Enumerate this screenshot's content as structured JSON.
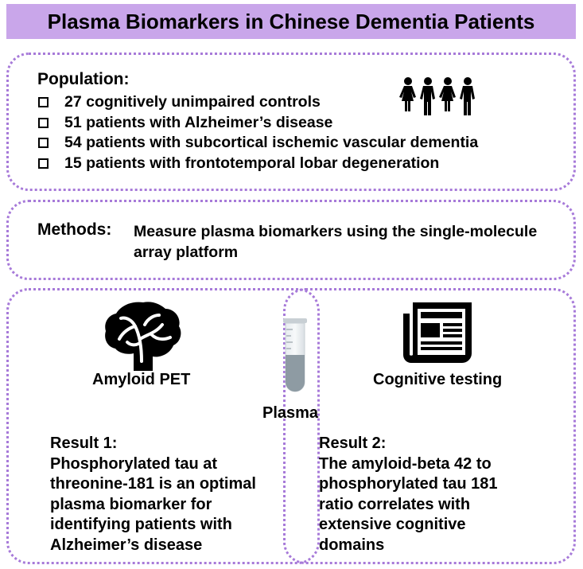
{
  "title": "Plasma Biomarkers in Chinese Dementia Patients",
  "population": {
    "heading": "Population:",
    "items": [
      "27 cognitively unimpaired controls",
      "51 patients with Alzheimer’s disease",
      "54 patients with subcortical ischemic vascular dementia",
      "15 patients with frontotemporal lobar degeneration"
    ],
    "icon": "people-group-icon"
  },
  "methods": {
    "heading": "Methods:",
    "text": "Measure plasma biomarkers using the single-molecule array platform"
  },
  "center": {
    "label": "Plasma",
    "icon": "test-tube-icon"
  },
  "left_panel": {
    "icon": "brain-icon",
    "label": "Amyloid PET",
    "result_heading": "Result 1:",
    "result_lines": [
      "Phosphorylated tau at",
      "threonine-181 is an optimal",
      "plasma biomarker for",
      "identifying patients with",
      "Alzheimer’s disease"
    ]
  },
  "right_panel": {
    "icon": "newspaper-document-icon",
    "label": "Cognitive testing",
    "result_heading": "Result 2:",
    "result_lines": [
      "The amyloid-beta 42 to",
      "phosphorylated tau 181",
      "ratio correlates with",
      "extensive cognitive",
      "domains"
    ]
  },
  "colors": {
    "title_bg": "#c9a6ea",
    "border": "#a77ad9",
    "tube_fill": "#8e9ba3"
  }
}
